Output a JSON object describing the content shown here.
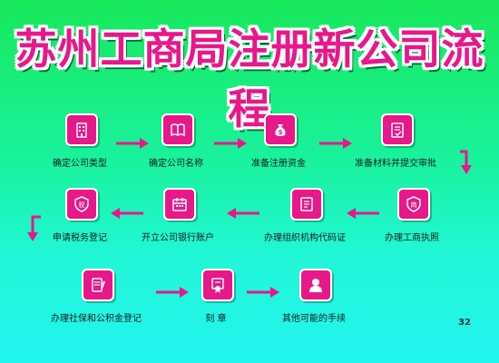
{
  "title": "苏州工商局注册新公司流程",
  "page_number": "32",
  "accent_color": "#e8178a",
  "arrow_color": "#e8178a",
  "steps": [
    {
      "label": "确定公司类型",
      "icon": "building-icon"
    },
    {
      "label": "确定公司名称",
      "icon": "book-icon"
    },
    {
      "label": "准备注册资金",
      "icon": "money-bag-icon"
    },
    {
      "label": "准备材料并提交审批",
      "icon": "document-check-icon"
    },
    {
      "label": "办理工商执照",
      "icon": "license-badge-icon"
    },
    {
      "label": "办理组织机构代码证",
      "icon": "certificate-icon"
    },
    {
      "label": "开立公司银行账户",
      "icon": "calendar-icon"
    },
    {
      "label": "申请税务登记",
      "icon": "tax-shield-icon"
    },
    {
      "label": "办理社保和公积金登记",
      "icon": "notebook-pen-icon"
    },
    {
      "label": "刻 章",
      "icon": "seal-certificate-icon"
    },
    {
      "label": "其他可能的手续",
      "icon": "person-icon"
    }
  ]
}
